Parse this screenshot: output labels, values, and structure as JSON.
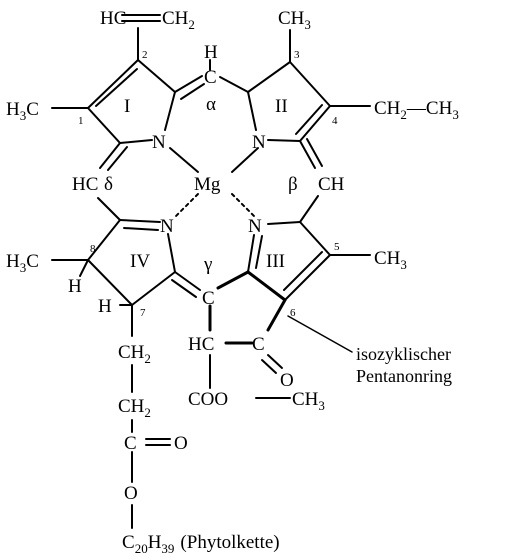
{
  "substituents": {
    "vinyl_hc": "HC",
    "vinyl_ch": "CH",
    "vinyl_2": "2",
    "methyl_3_c": "CH",
    "methyl_3_n": "3",
    "h3c_1_h": "H",
    "h3c_1_n": "3",
    "h3c_1_c": "C",
    "ethyl_ch": "CH",
    "ethyl_2": "2",
    "ethyl_dash": "—",
    "ethyl_ch3": "CH",
    "ethyl_3": "3",
    "methyl_5_c": "CH",
    "methyl_5_n": "3",
    "h3c_8_h": "H",
    "h3c_8_n": "3",
    "h3c_8_c": "C"
  },
  "atoms": {
    "mg": "Mg",
    "n_i": "N",
    "n_ii": "N",
    "n_iv": "N",
    "n_iii": "N",
    "meso_alpha_h": "H",
    "meso_alpha_c": "C",
    "meso_delta_hc": "HC",
    "meso_beta_ch": "CH",
    "gamma_c": "C",
    "ring_e_c": "C",
    "ring_e_hc": "HC",
    "ring_e_o": "O",
    "h_8": "H",
    "h_7": "H"
  },
  "ring_labels": {
    "i": "I",
    "ii": "II",
    "iii": "III",
    "iv": "IV"
  },
  "greek": {
    "alpha": "α",
    "beta": "β",
    "gamma": "γ",
    "delta": "δ"
  },
  "positions": {
    "p1": "1",
    "p2": "2",
    "p3": "3",
    "p4": "4",
    "p5": "5",
    "p6": "6",
    "p7": "7",
    "p8": "8"
  },
  "ester": {
    "coo": "COO",
    "dash": "—",
    "ch3": "CH",
    "ch3_n": "3"
  },
  "side_chain": {
    "ch2_a": "CH",
    "ch2_a_n": "2",
    "ch2_b": "CH",
    "ch2_b_n": "2",
    "c": "C",
    "eq_o": "O",
    "o": "O",
    "phytyl_c": "C",
    "phytyl_20": "20",
    "phytyl_h": "H",
    "phytyl_39": "39",
    "phytyl_name": "(Phytolkette)"
  },
  "annotation": {
    "line1": "isozyklischer",
    "line2": "Pentanonring"
  }
}
